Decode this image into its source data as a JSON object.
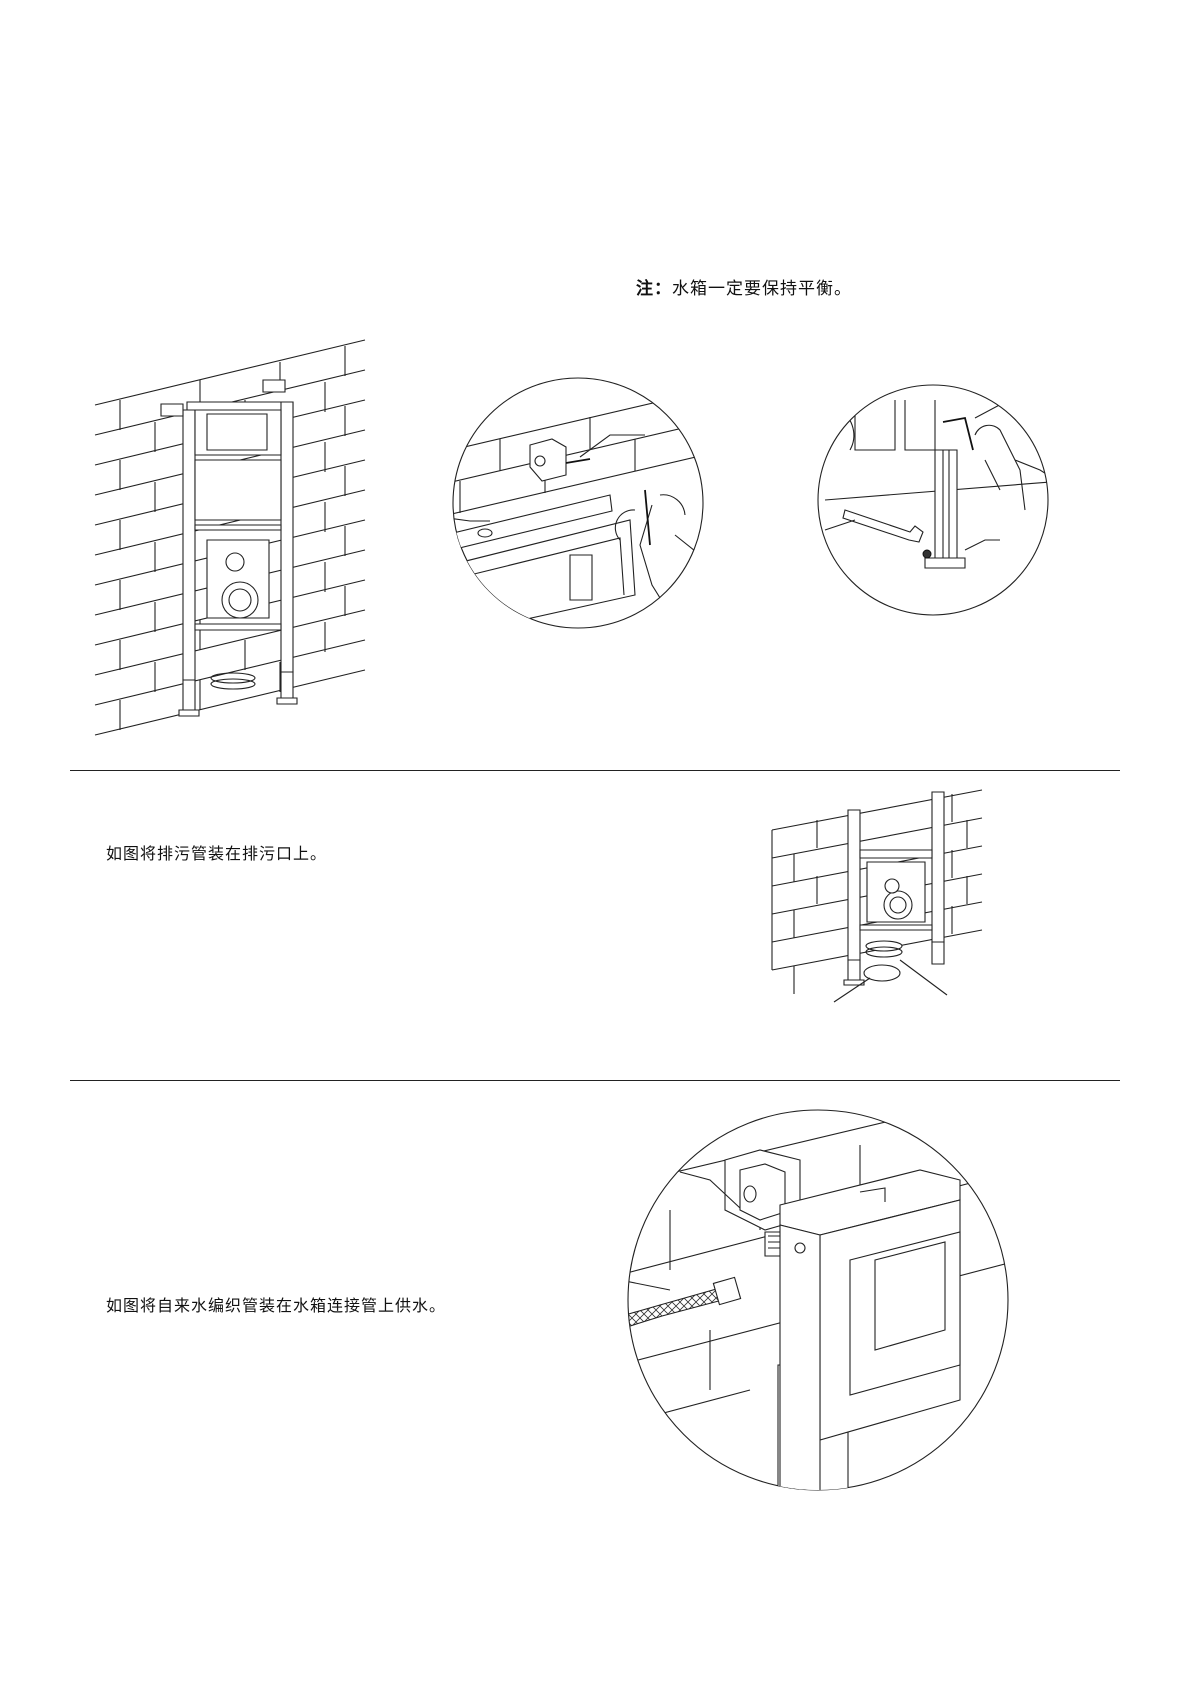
{
  "step1": {
    "note_prefix": "注：",
    "note_text": "水箱一定要保持平衡。"
  },
  "step2": {
    "instruction": "如图将排污管装在排污口上。"
  },
  "step3": {
    "instruction": "如图将自来水编织管装在水箱连接管上供水。"
  }
}
